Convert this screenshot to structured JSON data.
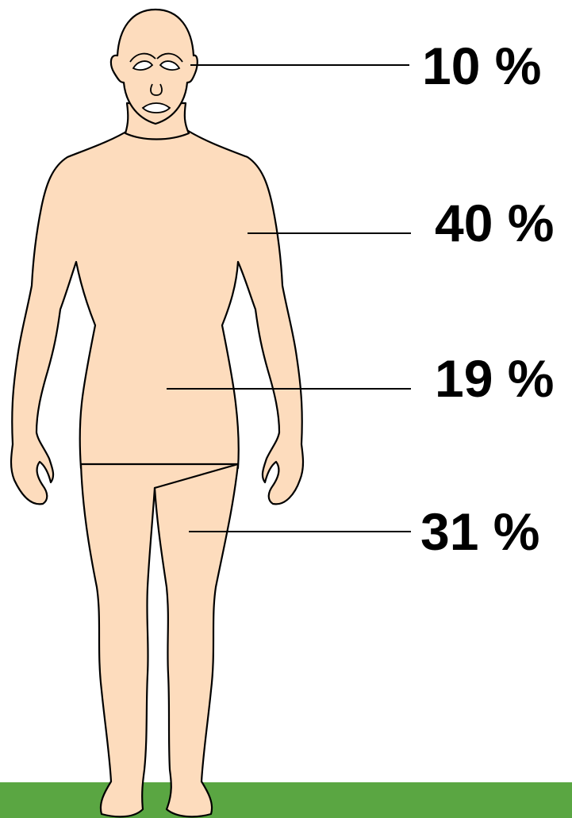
{
  "labels": {
    "head": "10 %",
    "torso": "40 %",
    "pelvis": "19 %",
    "legs": "31 %"
  },
  "colors": {
    "skin": "#fddcbd",
    "outline": "#000000",
    "ground": "#5aa642",
    "leader_line": "#000000"
  }
}
